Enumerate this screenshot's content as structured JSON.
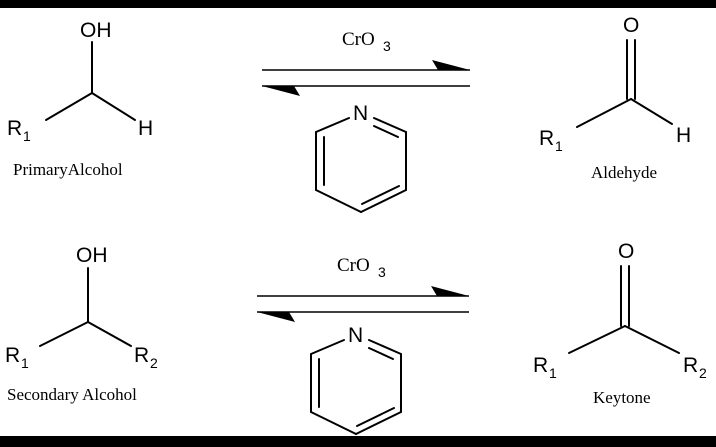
{
  "reactions": [
    {
      "reactant": {
        "atoms": {
          "oh": "OH",
          "r": "R",
          "r_sub": "1",
          "h": "H"
        },
        "name": "PrimaryAlcohol"
      },
      "reagent": {
        "main": "CrO",
        "sub": "3"
      },
      "pyridine_atom": "N",
      "product": {
        "atoms": {
          "o": "O",
          "r": "R",
          "r_sub": "1",
          "h": "H"
        },
        "name": "Aldehyde"
      }
    },
    {
      "reactant": {
        "atoms": {
          "oh": "OH",
          "r1": "R",
          "r1_sub": "1",
          "r2": "R",
          "r2_sub": "2"
        },
        "name": "Secondary Alcohol"
      },
      "reagent": {
        "main": "CrO",
        "sub": "3"
      },
      "pyridine_atom": "N",
      "product": {
        "atoms": {
          "o": "O",
          "r1": "R",
          "r1_sub": "1",
          "r2": "R",
          "r2_sub": "2"
        },
        "name": "Keytone"
      }
    }
  ],
  "colors": {
    "border": "#000000",
    "panel": "#ffffff",
    "ink": "#000000"
  }
}
